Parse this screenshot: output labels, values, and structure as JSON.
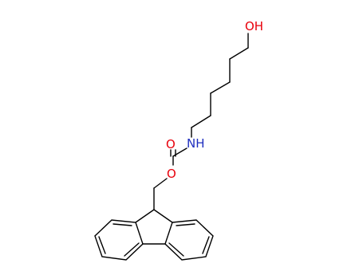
{
  "molecule": {
    "atoms": {
      "hydroxyl": {
        "label": "OH",
        "color": "#e8000b"
      },
      "amide_nitrogen": {
        "label": "NH",
        "color": "#1f2fbf"
      },
      "carbonyl_oxygen": {
        "label": "O",
        "color": "#e8000b"
      },
      "ester_oxygen": {
        "label": "O",
        "color": "#e8000b"
      }
    },
    "bond_color": "#000000",
    "background": "#ffffff"
  }
}
